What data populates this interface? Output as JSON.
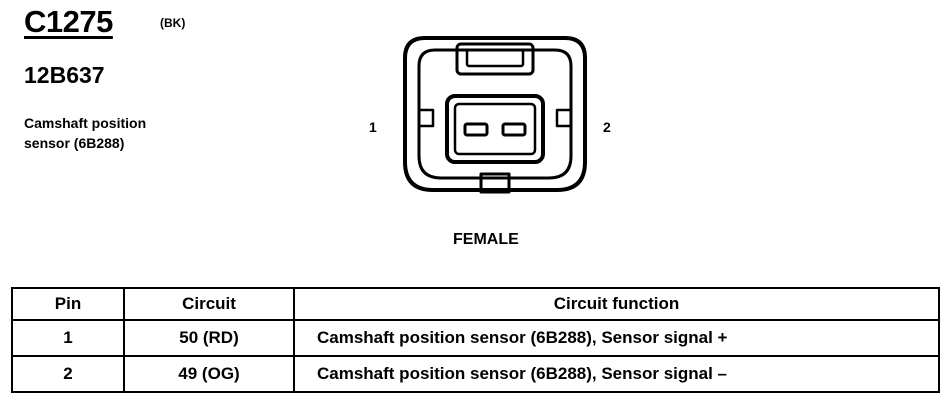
{
  "connector": {
    "id": "C1275",
    "color_code": "(BK)",
    "part_number": "12B637",
    "description_line1": "Camshaft position",
    "description_line2": "sensor (6B288)",
    "gender": "FEMALE",
    "pin_labels": [
      "1",
      "2"
    ]
  },
  "table": {
    "headers": {
      "pin": "Pin",
      "circuit": "Circuit",
      "function": "Circuit function"
    },
    "rows": [
      {
        "pin": "1",
        "circuit": "50 (RD)",
        "function": "Camshaft position sensor (6B288), Sensor signal +"
      },
      {
        "pin": "2",
        "circuit": "49 (OG)",
        "function": "Camshaft position sensor (6B288), Sensor signal –"
      }
    ]
  }
}
